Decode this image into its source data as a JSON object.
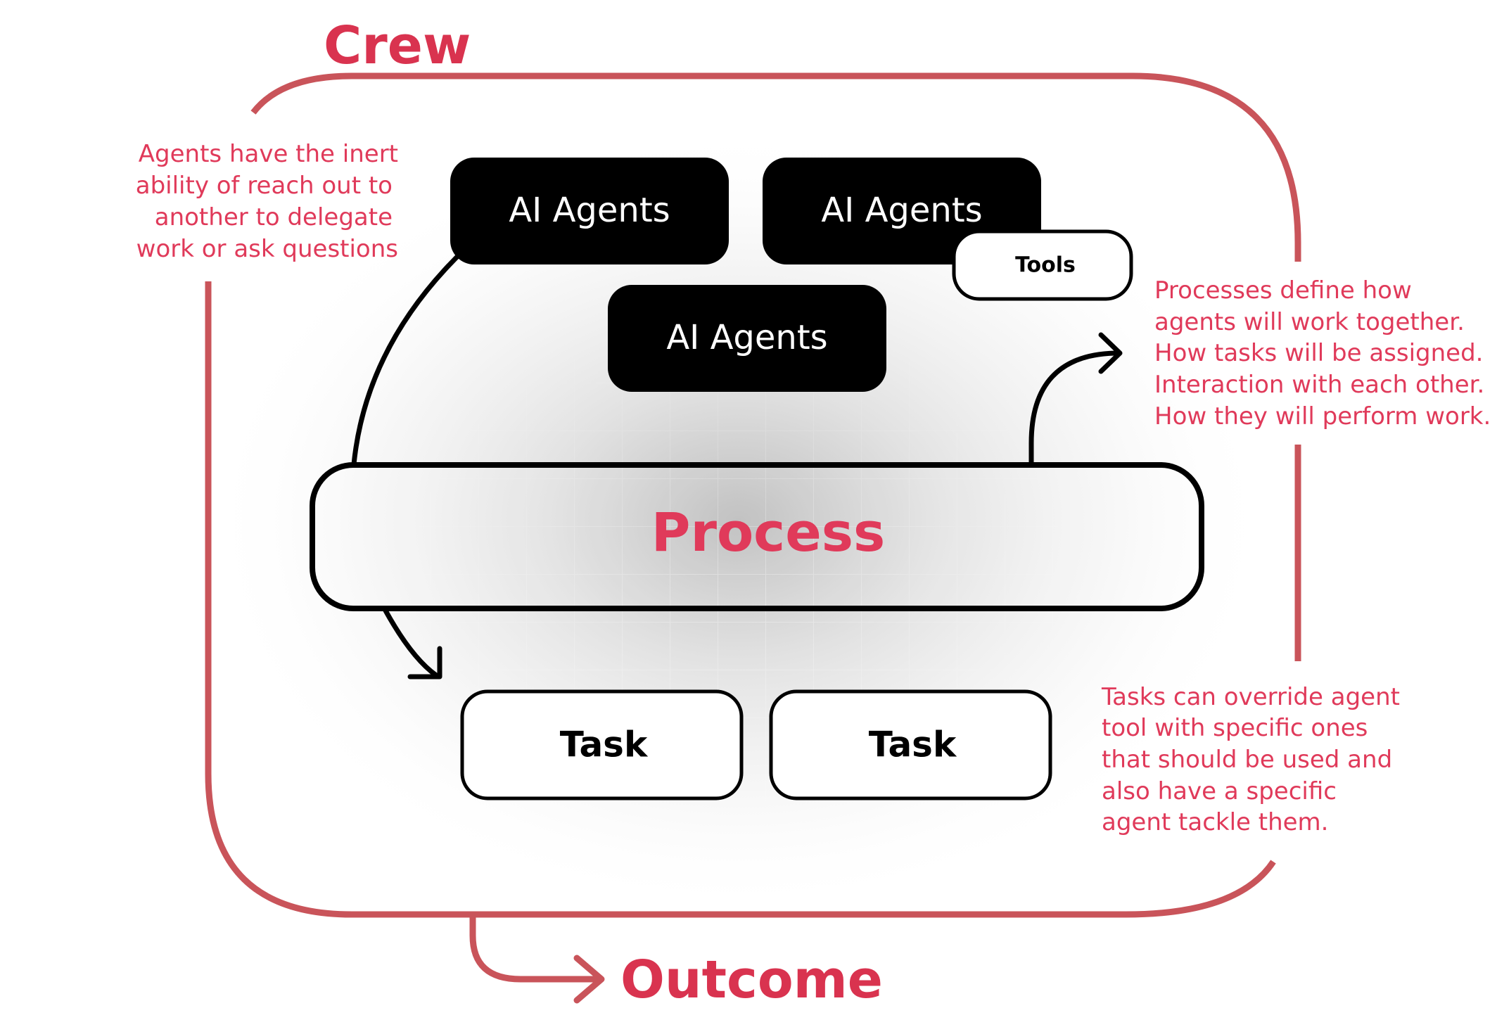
{
  "crew": {
    "label": "Crew"
  },
  "outcome": {
    "label": "Outcome"
  },
  "agents": [
    {
      "label": "AI Agents"
    },
    {
      "label": "AI Agents"
    },
    {
      "label": "AI Agents"
    }
  ],
  "tools": {
    "label": "Tools"
  },
  "process": {
    "label": "Process"
  },
  "tasks": [
    {
      "label": "Task"
    },
    {
      "label": "Task"
    }
  ],
  "notes": {
    "agents_note": [
      "Agents have the inert",
      "ability of reach out to",
      "another to delegate",
      "work or ask questions"
    ],
    "process_note": [
      "Processes define how",
      "agents will work together.",
      "How tasks will be assigned.",
      "Interaction with each other.",
      "How they will perform work."
    ],
    "tasks_note": [
      "Tasks can override agent",
      "tool with specific ones",
      "that should be used and",
      "also have a specific",
      "agent tackle them."
    ]
  },
  "colors": {
    "accent": "#e03a5a",
    "crew_border": "#c9545a",
    "box_black": "#000000",
    "box_white": "#ffffff"
  }
}
